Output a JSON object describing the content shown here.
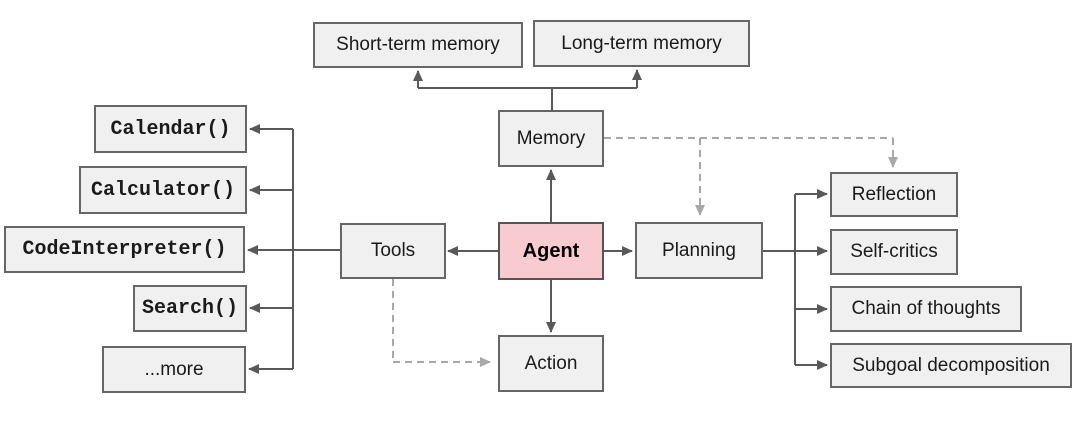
{
  "diagram": {
    "kind": "agent-architecture-flowchart",
    "colors": {
      "background": "#ffffff",
      "box_fill": "#f0f0f0",
      "box_border": "#666666",
      "agent_fill": "#f8cbd0",
      "agent_border": "#555555",
      "arrow_solid": "#595959",
      "arrow_dashed": "#a8a8a8",
      "text": "#1a1a1a"
    },
    "nodes": {
      "short_term_memory": {
        "label": "Short-term memory"
      },
      "long_term_memory": {
        "label": "Long-term memory"
      },
      "memory": {
        "label": "Memory"
      },
      "agent": {
        "label": "Agent"
      },
      "tools": {
        "label": "Tools"
      },
      "action": {
        "label": "Action"
      },
      "planning": {
        "label": "Planning"
      },
      "calendar": {
        "label": "Calendar()"
      },
      "calculator": {
        "label": "Calculator()"
      },
      "code_interpreter": {
        "label": "CodeInterpreter()"
      },
      "search": {
        "label": "Search()"
      },
      "more": {
        "label": "...more"
      },
      "reflection": {
        "label": "Reflection"
      },
      "self_critics": {
        "label": "Self-critics"
      },
      "chain_of_thoughts": {
        "label": "Chain of thoughts"
      },
      "subgoal_decomposition": {
        "label": "Subgoal decomposition"
      }
    },
    "edges": [
      {
        "from": "Memory",
        "to": "Short-term memory",
        "style": "solid"
      },
      {
        "from": "Memory",
        "to": "Long-term memory",
        "style": "solid"
      },
      {
        "from": "Agent",
        "to": "Memory",
        "style": "solid"
      },
      {
        "from": "Agent",
        "to": "Tools",
        "style": "solid"
      },
      {
        "from": "Agent",
        "to": "Planning",
        "style": "solid"
      },
      {
        "from": "Agent",
        "to": "Action",
        "style": "solid"
      },
      {
        "from": "Tools",
        "to": "Calendar()",
        "style": "solid"
      },
      {
        "from": "Tools",
        "to": "Calculator()",
        "style": "solid"
      },
      {
        "from": "Tools",
        "to": "CodeInterpreter()",
        "style": "solid"
      },
      {
        "from": "Tools",
        "to": "Search()",
        "style": "solid"
      },
      {
        "from": "Tools",
        "to": "...more",
        "style": "solid"
      },
      {
        "from": "Planning",
        "to": "Reflection",
        "style": "solid"
      },
      {
        "from": "Planning",
        "to": "Self-critics",
        "style": "solid"
      },
      {
        "from": "Planning",
        "to": "Chain of thoughts",
        "style": "solid"
      },
      {
        "from": "Planning",
        "to": "Subgoal decomposition",
        "style": "solid"
      },
      {
        "from": "Memory",
        "to": "Planning",
        "style": "dashed"
      },
      {
        "from": "Memory",
        "to": "Reflection",
        "style": "dashed"
      },
      {
        "from": "Tools",
        "to": "Action",
        "style": "dashed"
      }
    ]
  }
}
